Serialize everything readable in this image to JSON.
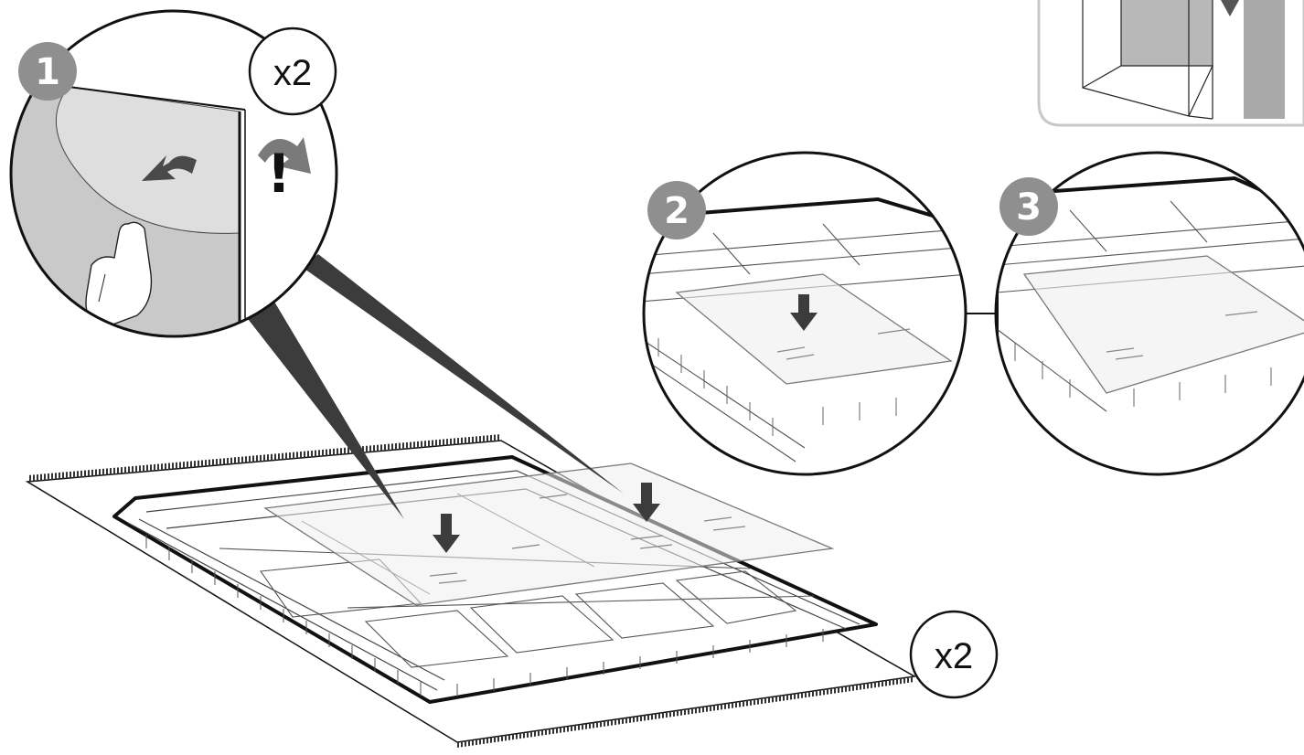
{
  "steps": [
    {
      "number": "1",
      "multiplier": "x2"
    },
    {
      "number": "2"
    },
    {
      "number": "3"
    }
  ],
  "assembly": {
    "multiplier": "x2"
  },
  "warning": {
    "symbol": "!"
  },
  "colors": {
    "badge": "#8f8f8f",
    "outline": "#111111",
    "film": "#d2d2d2",
    "pointer": "#3c3c3c"
  },
  "icons": [
    "peel-arrow-icon",
    "hand-icon",
    "down-arrow-icon",
    "warning-icon",
    "callout-pointer"
  ]
}
